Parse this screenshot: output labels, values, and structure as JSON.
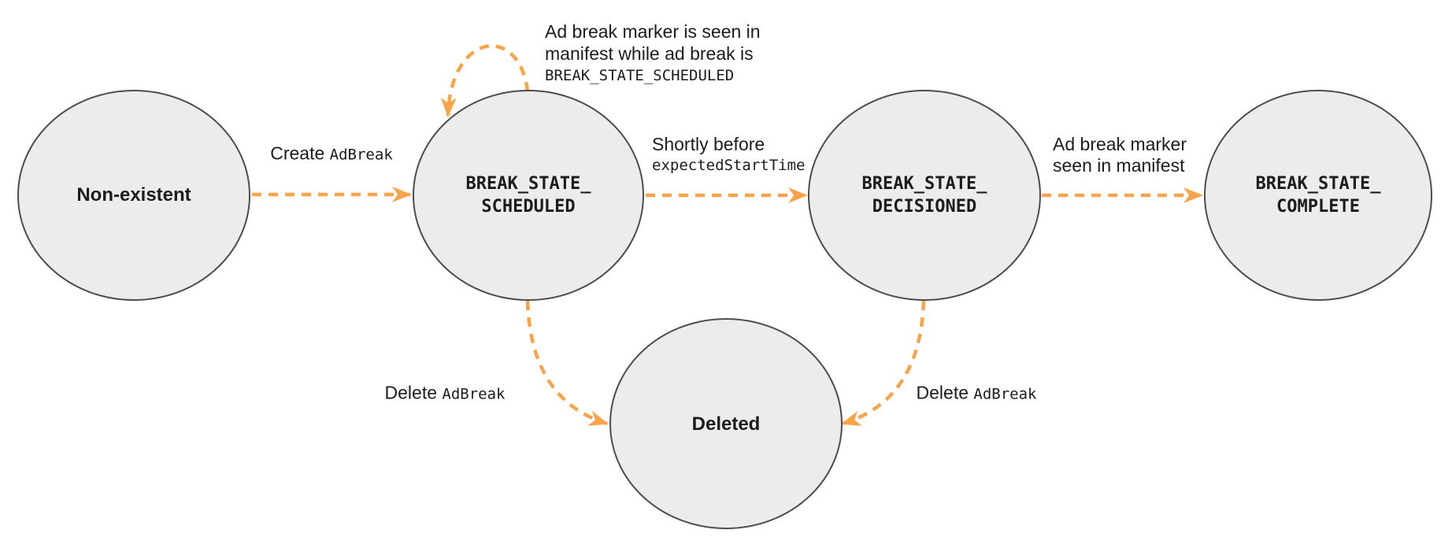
{
  "colors": {
    "arrow": "#F9A44B",
    "node_fill": "#ECECEC",
    "node_stroke": "#4D4D4D",
    "text": "#1C1C1C"
  },
  "nodes": {
    "non_existent": {
      "label": "Non-existent"
    },
    "scheduled": {
      "line1": "BREAK_STATE_",
      "line2": "SCHEDULED"
    },
    "decisioned": {
      "line1": "BREAK_STATE_",
      "line2": "DECISIONED"
    },
    "complete": {
      "line1": "BREAK_STATE_",
      "line2": "COMPLETE"
    },
    "deleted": {
      "label": "Deleted"
    }
  },
  "edges": {
    "create": {
      "text": "Create ",
      "code": "AdBreak"
    },
    "self_loop": {
      "line1": "Ad break marker is seen in",
      "line2": "manifest while ad break is",
      "code_line": "BREAK_STATE_SCHEDULED"
    },
    "to_decisioned": {
      "line1": "Shortly before",
      "code_line": "expectedStartTime"
    },
    "to_complete": {
      "line1": "Ad break marker",
      "line2": "seen in manifest"
    },
    "delete_scheduled": {
      "text": "Delete ",
      "code": "AdBreak"
    },
    "delete_decisioned": {
      "text": "Delete ",
      "code": "AdBreak"
    }
  }
}
